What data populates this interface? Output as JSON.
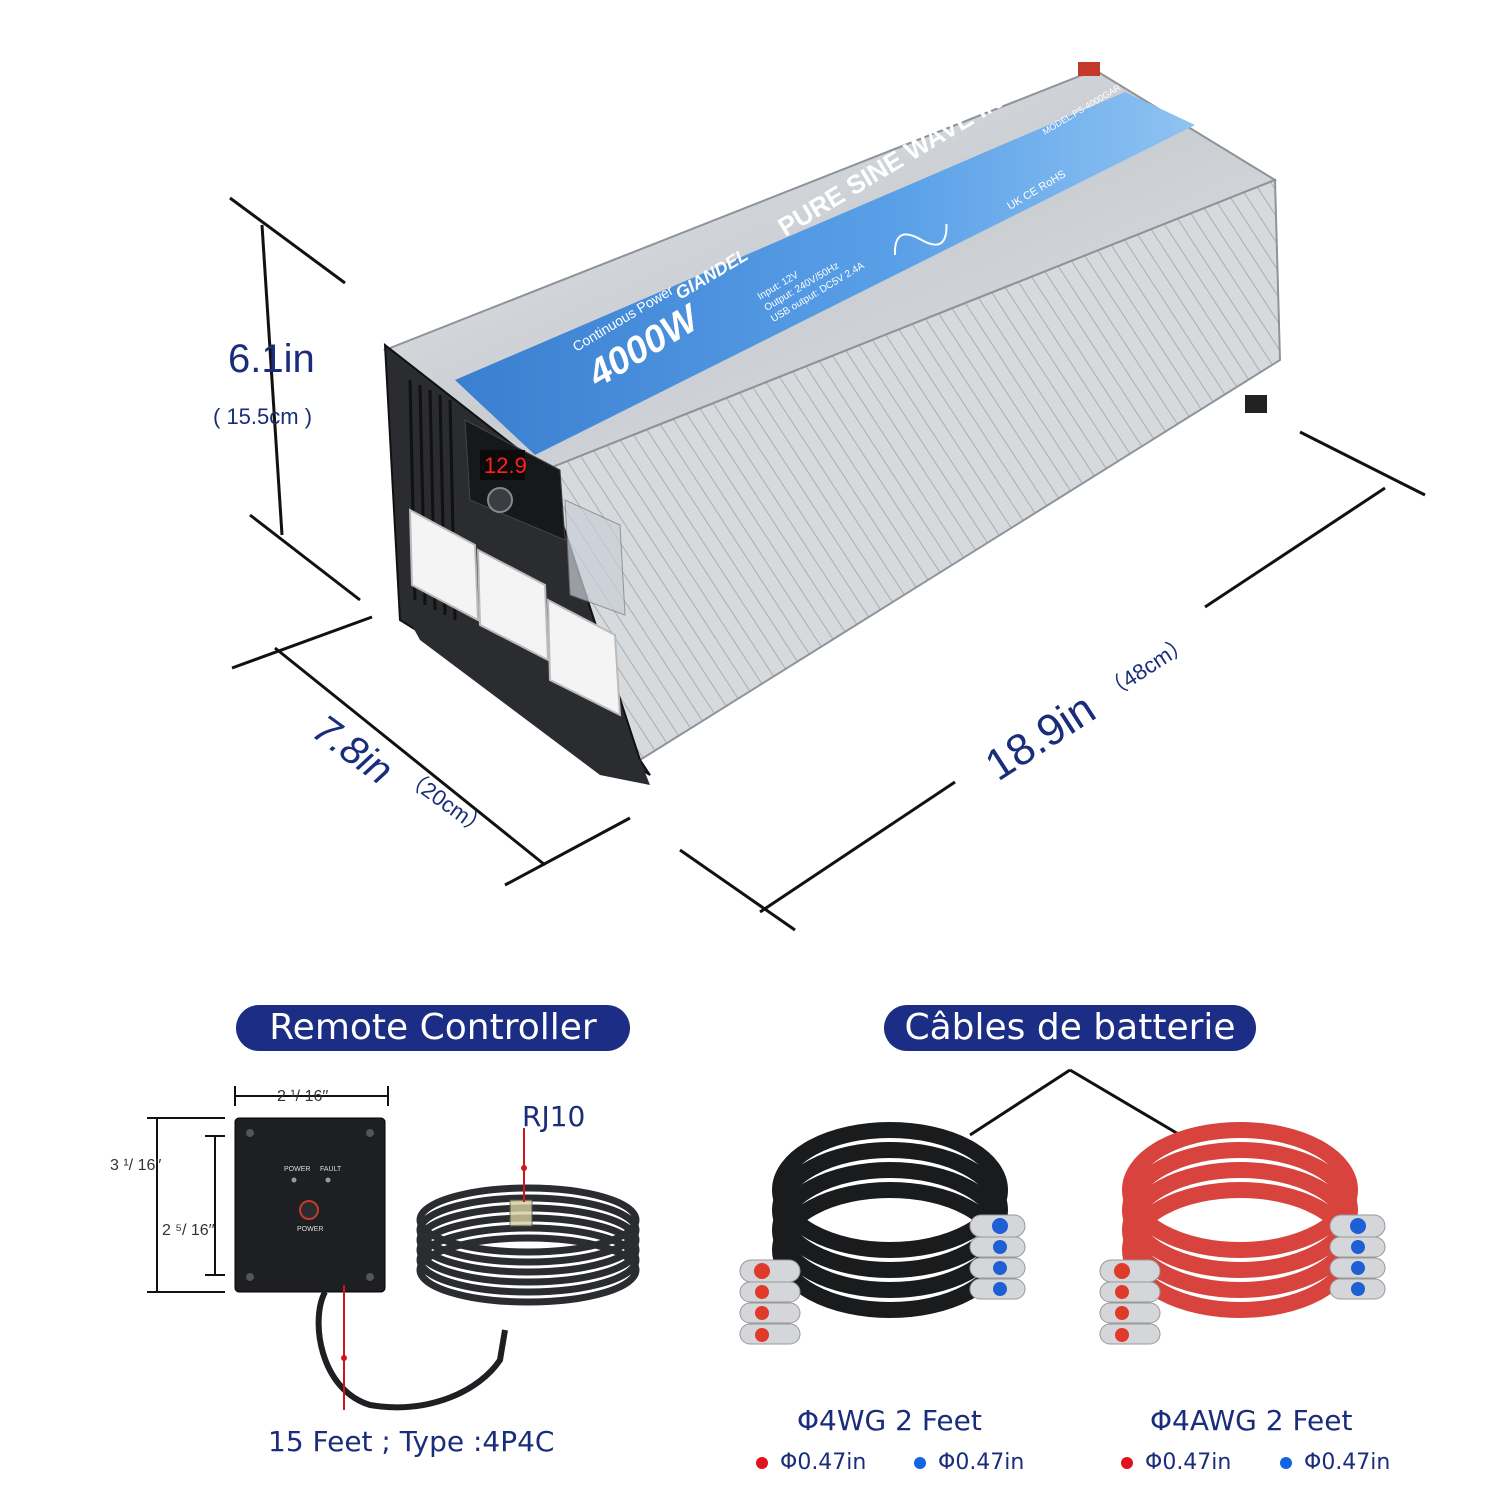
{
  "dimensions": {
    "height_in": "6.1in",
    "height_cm": "( 15.5cm )",
    "width_in": "7.8in",
    "width_cm": "（20cm）",
    "length_in": "18.9in",
    "length_cm": "（48cm）"
  },
  "product": {
    "brand": "GIANDEL",
    "power": "4000W",
    "power_caption": "Continuous Power",
    "title": "PURE SINE WAVE INVERTER",
    "model": "MODEL:PS-4000GAR",
    "spec_input": "Input: 12V",
    "spec_output": "Output: 240V/50Hz",
    "spec_usb": "USB output: DC5V 2.4A",
    "display_value": "12.9",
    "certs": "UK CE RoHS"
  },
  "remote": {
    "title": "Remote Controller",
    "width_label": "2 ¹/ 16′′",
    "height_outer_label": "3 ¹/ 16′′",
    "height_inner_label": "2 ⁵/ 16′′",
    "connector": "RJ10",
    "power_led": "POWER",
    "fault_led": "FAULT",
    "button_label": "POWER",
    "cable_caption": "15 Feet ; Type :4P4C"
  },
  "cables": {
    "title": "Câbles de batterie",
    "black_caption": "Φ4WG 2 Feet",
    "red_caption": "Φ4AWG 2 Feet",
    "black_red_dia": "Φ0.47in",
    "black_blue_dia": "Φ0.47in",
    "red_red_dia": "Φ0.47in",
    "red_blue_dia": "Φ0.47in"
  },
  "colors": {
    "accent": "#1b2d85",
    "dot_red": "#e0121b",
    "dot_blue": "#1463e0"
  }
}
